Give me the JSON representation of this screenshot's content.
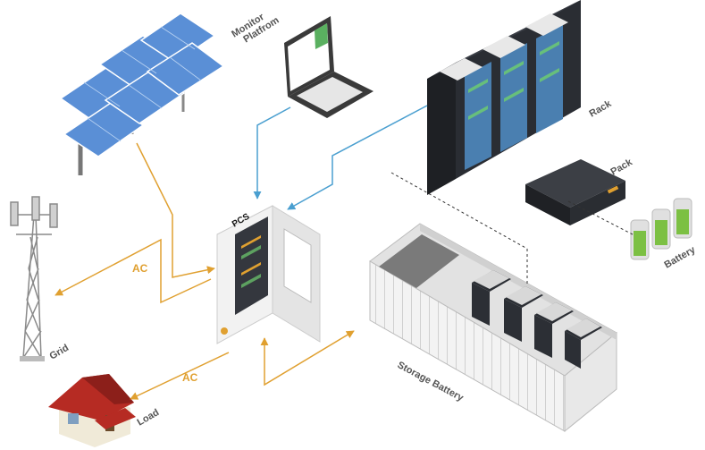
{
  "labels": {
    "monitor_platform_line1": "Monitor",
    "monitor_platform_line2": "Platfrom",
    "rack": "Rack",
    "pack": "Pack",
    "battery": "Battery",
    "pcs": "PCS",
    "ac_grid": "AC",
    "ac_load": "AC",
    "grid": "Grid",
    "load": "Load",
    "storage_battery": "Storage Battery"
  },
  "colors": {
    "ac_flow": "#e0a030",
    "data_flow": "#4a9fd0",
    "dashed_link": "#333333",
    "solar_cell": "#5a8fd6",
    "rack_body": "#2a2d33",
    "battery_green": "#7cc043"
  },
  "icons": {
    "solar": "solar-array-icon",
    "laptop": "laptop-icon",
    "rack": "server-rack-icon",
    "pack": "battery-pack-icon",
    "battery": "battery-cells-icon",
    "pcs": "pcs-cabinet-icon",
    "grid": "transmission-tower-icon",
    "load": "house-icon",
    "container": "storage-container-icon"
  }
}
